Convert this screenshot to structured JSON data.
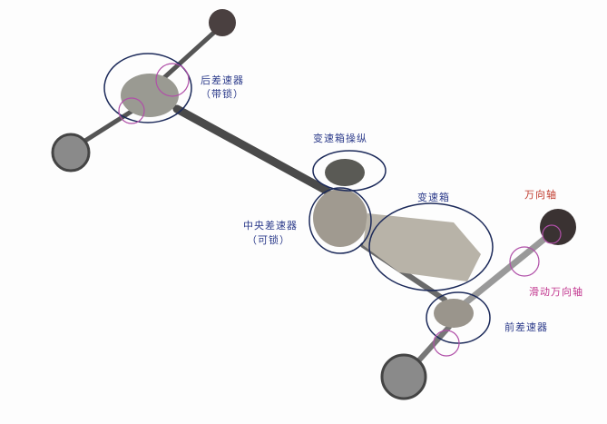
{
  "labels": {
    "rear_diff": "后差速器",
    "rear_diff_note": "（带锁）",
    "gear_shift": "变速箱操纵",
    "gearbox": "变速箱",
    "center_diff": "中央差速器",
    "center_diff_note": "（可锁）",
    "universal_shaft": "万向轴",
    "sliding_shaft": "滑动万向轴",
    "front_diff": "前差速器"
  },
  "colors": {
    "outline": "#1c2a5a",
    "pink_ring": "#b04fa8",
    "metal": "#8a8a8a",
    "dark": "#3a3a3a"
  }
}
